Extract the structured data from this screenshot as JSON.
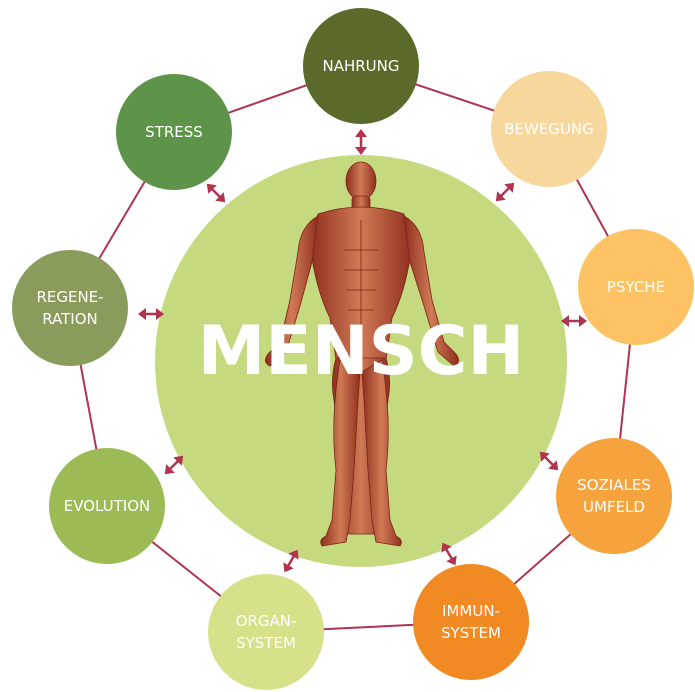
{
  "center": {
    "label": "MENSCH",
    "color": "#c5d97e"
  },
  "colors": {
    "connector": "#b0334f",
    "arrow": "#b0334f",
    "figure_skin": "#c8694a",
    "figure_muscle": "#b2432c"
  },
  "nodes": [
    {
      "id": "nahrung",
      "lines": [
        "NAHRUNG"
      ],
      "color": "#5a6a2a"
    },
    {
      "id": "bewegung",
      "lines": [
        "BEWEGUNG"
      ],
      "color": "#f7d79c"
    },
    {
      "id": "psyche",
      "lines": [
        "PSYCHE"
      ],
      "color": "#fcc263"
    },
    {
      "id": "soziales-umfeld",
      "lines": [
        "SOZIALES",
        "UMFELD"
      ],
      "color": "#f6a33d"
    },
    {
      "id": "immunsystem",
      "lines": [
        "IMMUN-",
        "SYSTEM"
      ],
      "color": "#f28a23"
    },
    {
      "id": "organsystem",
      "lines": [
        "ORGAN-",
        "SYSTEM"
      ],
      "color": "#d9e08a"
    },
    {
      "id": "evolution",
      "lines": [
        "EVOLUTION"
      ],
      "color": "#9dbb55"
    },
    {
      "id": "regeneration",
      "lines": [
        "REGENE-",
        "RATION"
      ],
      "color": "#8a9c5c"
    },
    {
      "id": "stress",
      "lines": [
        "STRESS"
      ],
      "color": "#5e944a"
    }
  ]
}
